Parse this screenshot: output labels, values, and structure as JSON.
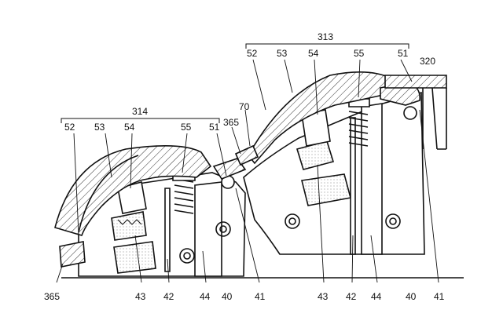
{
  "figure": {
    "group_labels": {
      "right": "313",
      "left": "314"
    },
    "right_labels": {
      "n52": "52",
      "n53": "53",
      "n54": "54",
      "n55": "55",
      "n51": "51",
      "n320": "320",
      "n70": "70",
      "n365": "365",
      "n43": "43",
      "n42": "42",
      "n44": "44",
      "n40": "40",
      "n41": "41"
    },
    "left_labels": {
      "n52": "52",
      "n53": "53",
      "n54": "54",
      "n55": "55",
      "n51": "51",
      "n365": "365",
      "n43": "43",
      "n42": "42",
      "n44": "44",
      "n40": "40",
      "n41": "41"
    }
  }
}
